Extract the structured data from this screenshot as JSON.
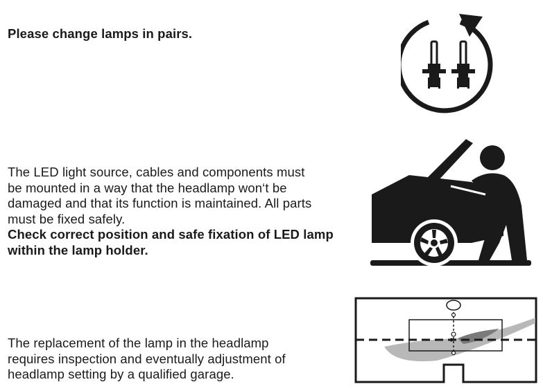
{
  "section_1": {
    "text": "Please change lamps in pairs.",
    "icon": "change-lamps-in-pairs-icon"
  },
  "section_2": {
    "lines": [
      "The LED light source, cables and components must",
      "be mounted in a way that the headlamp won‘t be",
      "damaged and that its function is maintained. All parts",
      "must be fixed safely."
    ],
    "bold_lines": [
      "Check correct position and safe fixation of LED lamp",
      "within the lamp holder."
    ],
    "icon": "mechanic-at-car-icon"
  },
  "section_3": {
    "lines": [
      "The replacement of the lamp in the headlamp",
      "requires inspection and eventually adjustment of",
      "headlamp setting by a qualified garage."
    ],
    "icon": "headlamp-beam-adjustment-icon"
  },
  "colors": {
    "text": "#1a1a1a",
    "icon": "#1a1a1a",
    "beam": "#b8b8b8",
    "background": "#ffffff"
  }
}
